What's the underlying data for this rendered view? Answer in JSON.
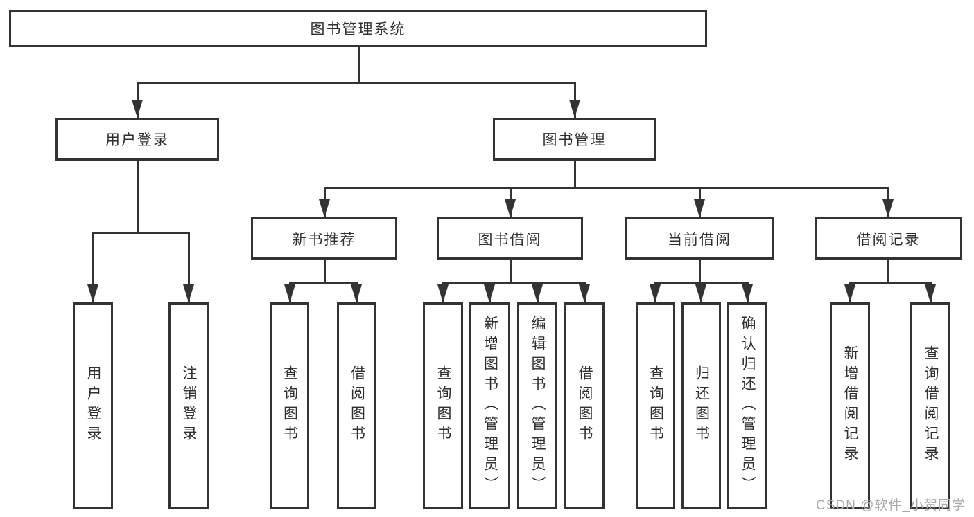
{
  "diagram": {
    "root": {
      "label": "图书管理系统"
    },
    "level2": [
      {
        "label": "用户登录"
      },
      {
        "label": "图书管理"
      }
    ],
    "level3": [
      {
        "label": "新书推荐"
      },
      {
        "label": "图书借阅"
      },
      {
        "label": "当前借阅"
      },
      {
        "label": "借阅记录"
      }
    ],
    "leaves": {
      "user_login": [
        "用户登录",
        "注销登录"
      ],
      "new_book": [
        "查询图书",
        "借阅图书"
      ],
      "book_borrow": [
        "查询图书",
        "新增图书（管理员）",
        "编辑图书（管理员）",
        "借阅图书"
      ],
      "current_borrow": [
        "查询图书",
        "归还图书",
        "确认归还（管理员）"
      ],
      "borrow_record": [
        "新增借阅记录",
        "查询借阅记录"
      ]
    }
  },
  "watermark": {
    "text": "CSDN @软件_小贺同学"
  },
  "colors": {
    "line": "#333333",
    "text": "#2f2f2f",
    "watermark": "#a8a8a8",
    "background": "#ffffff"
  }
}
